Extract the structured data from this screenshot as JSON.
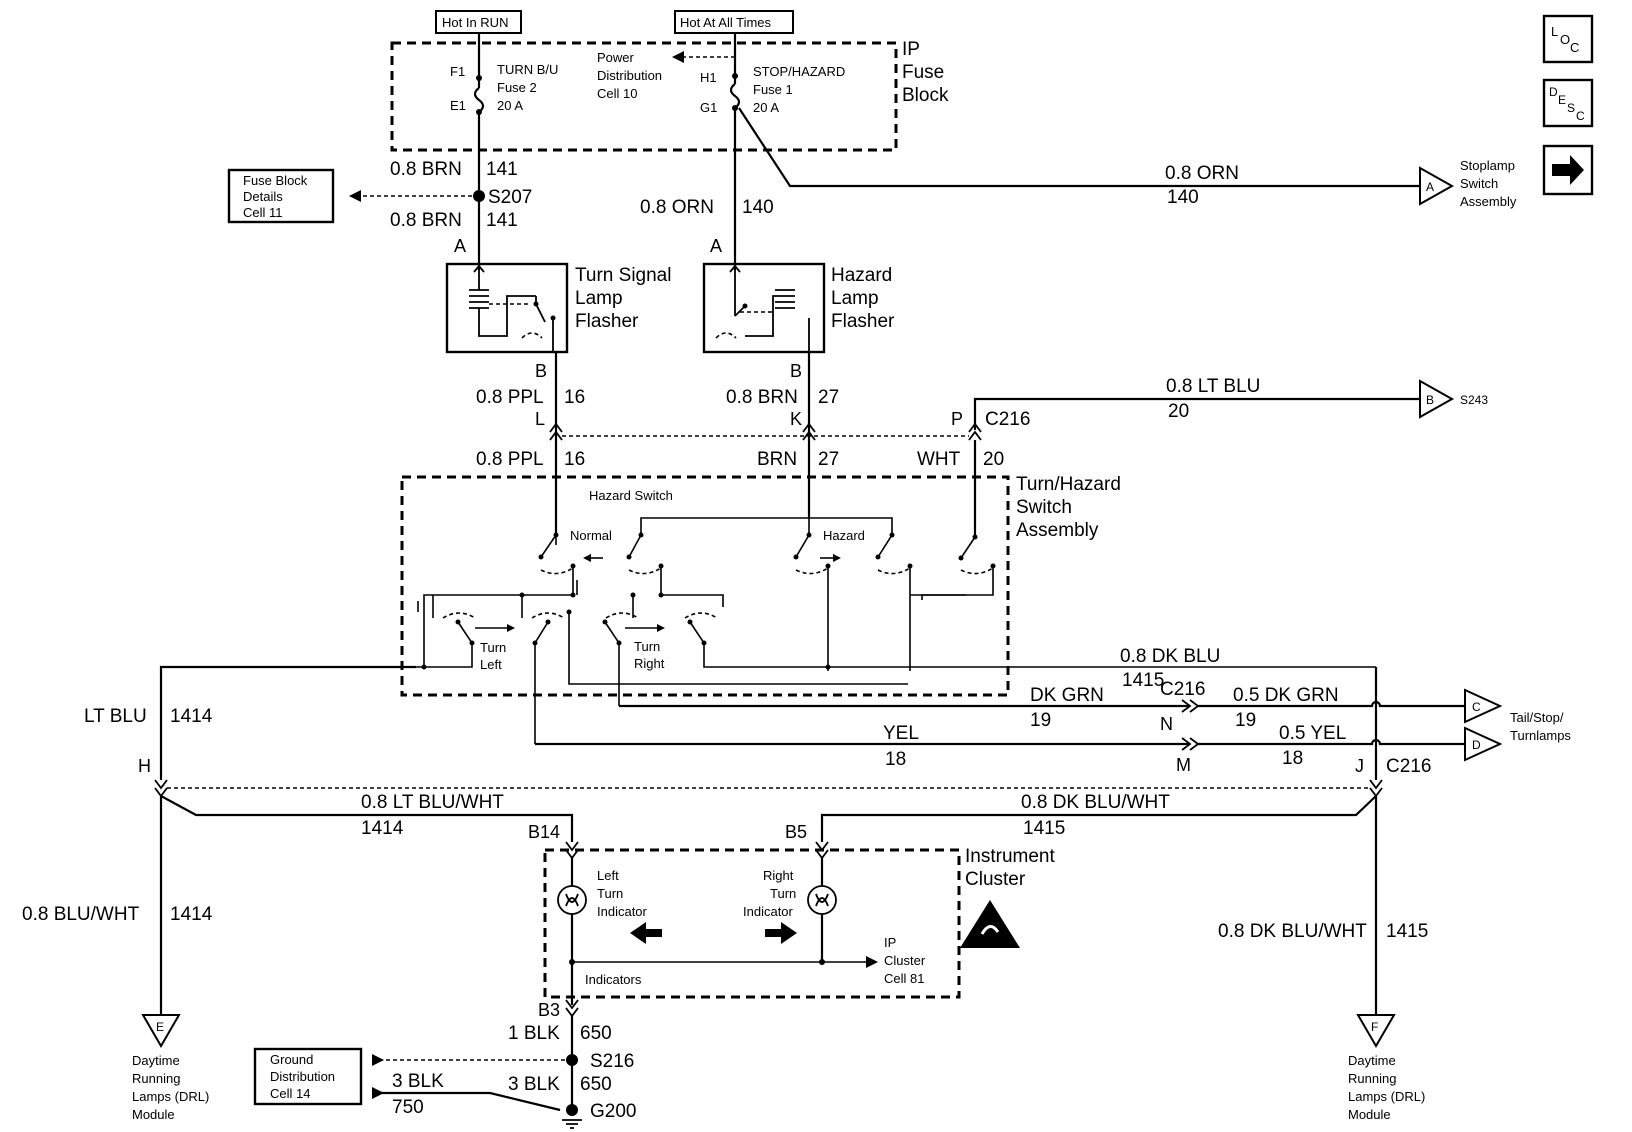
{
  "header": {
    "hot_in_run": "Hot In RUN",
    "hot_at_all_times": "Hot At All Times"
  },
  "ip_fuse_block": {
    "title": [
      "IP",
      "Fuse",
      "Block"
    ],
    "f1": "F1",
    "e1": "E1",
    "turn_fuse": [
      "TURN B/U",
      "Fuse 2",
      "20 A"
    ],
    "power_dist": [
      "Power",
      "Distribution",
      "Cell 10"
    ],
    "h1": "H1",
    "g1": "G1",
    "stop_fuse": [
      "STOP/HAZARD",
      "Fuse 1",
      "20 A"
    ]
  },
  "icons": {
    "loc": "LOC",
    "desc": "DESC",
    "next": "next-arrow-icon"
  },
  "fuse_block_details": [
    "Fuse Block",
    "Details",
    "Cell 11"
  ],
  "wires": {
    "brn141_a": "0.8 BRN",
    "n141_a": "141",
    "brn141_b": "0.8 BRN",
    "n141_b": "141",
    "s207": "S207",
    "orn140_a": "0.8 ORN",
    "n140_a": "140",
    "orn140_b": "0.8 ORN",
    "n140_b": "140",
    "ppl16_a": "0.8 PPL",
    "n16_a": "16",
    "brn27_a": "0.8 BRN",
    "n27_a": "27",
    "ltblu20": "0.8 LT BLU",
    "n20": "20",
    "ppl16_b": "0.8 PPL",
    "n16_b": "16",
    "brn27_b": "BRN",
    "n27_b": "27",
    "wht20": "WHT",
    "n20_b": "20",
    "dkblu": "0.8 DK BLU",
    "n1415": "1415",
    "dkgrn": "DK GRN",
    "n19": "19",
    "dkgrn05": "0.5 DK GRN",
    "n19_b": "19",
    "yel": "YEL",
    "n18": "18",
    "yel05": "0.5 YEL",
    "n18_b": "18",
    "ltblu": "LT BLU",
    "n1414": "1414",
    "ltbluwht": "0.8 LT BLU/WHT",
    "n1414_b": "1414",
    "dkbluwht": "0.8 DK BLU/WHT",
    "n1415_b": "1415",
    "bluwht": "0.8 BLU/WHT",
    "n1414_c": "1414",
    "dkbluwht2": "0.8 DK BLU/WHT",
    "n1415_c": "1415",
    "blk1": "1 BLK",
    "n650_a": "650",
    "blk3_a": "3 BLK",
    "n750": "750",
    "blk3_b": "3 BLK",
    "n650_b": "650"
  },
  "pins": {
    "a1": "A",
    "a2": "A",
    "b1": "B",
    "b2": "B",
    "l": "L",
    "k": "K",
    "p": "P",
    "c216_top": "C216",
    "c216_mid": "C216",
    "n": "N",
    "m": "M",
    "h": "H",
    "j": "J",
    "c216_right": "C216",
    "b14": "B14",
    "b5": "B5",
    "b3": "B3",
    "s216": "S216",
    "g200": "G200"
  },
  "components": {
    "turn_flasher": [
      "Turn Signal",
      "Lamp",
      "Flasher"
    ],
    "hazard_flasher": [
      "Hazard",
      "Lamp",
      "Flasher"
    ],
    "turn_hazard": [
      "Turn/Hazard",
      "Switch",
      "Assembly"
    ],
    "hazard_switch": "Hazard Switch",
    "normal": "Normal",
    "hazard": "Hazard",
    "turn_left": [
      "Turn",
      "Left"
    ],
    "turn_right": [
      "Turn",
      "Right"
    ],
    "instrument_cluster": [
      "Instrument",
      "Cluster"
    ],
    "left_ind": [
      "Left",
      "Turn",
      "Indicator"
    ],
    "right_ind": [
      "Right",
      "Turn",
      "Indicator"
    ],
    "indicators": "Indicators",
    "ip_cluster": [
      "IP",
      "Cluster",
      "Cell 81"
    ]
  },
  "connectors": {
    "stoplamp_letter": "A",
    "stoplamp": [
      "Stoplamp",
      "Switch",
      "Assembly"
    ],
    "s243_letter": "B",
    "s243": "S243",
    "c_letter": "C",
    "d_letter": "D",
    "tail": [
      "Tail/Stop/",
      "Turnlamps"
    ],
    "e_letter": "E",
    "f_letter": "F",
    "drl_left": [
      "Daytime",
      "Running",
      "Lamps (DRL)",
      "Module"
    ],
    "drl_right": [
      "Daytime",
      "Running",
      "Lamps (DRL)",
      "Module"
    ],
    "ground_dist": [
      "Ground",
      "Distribution",
      "Cell 14"
    ]
  }
}
